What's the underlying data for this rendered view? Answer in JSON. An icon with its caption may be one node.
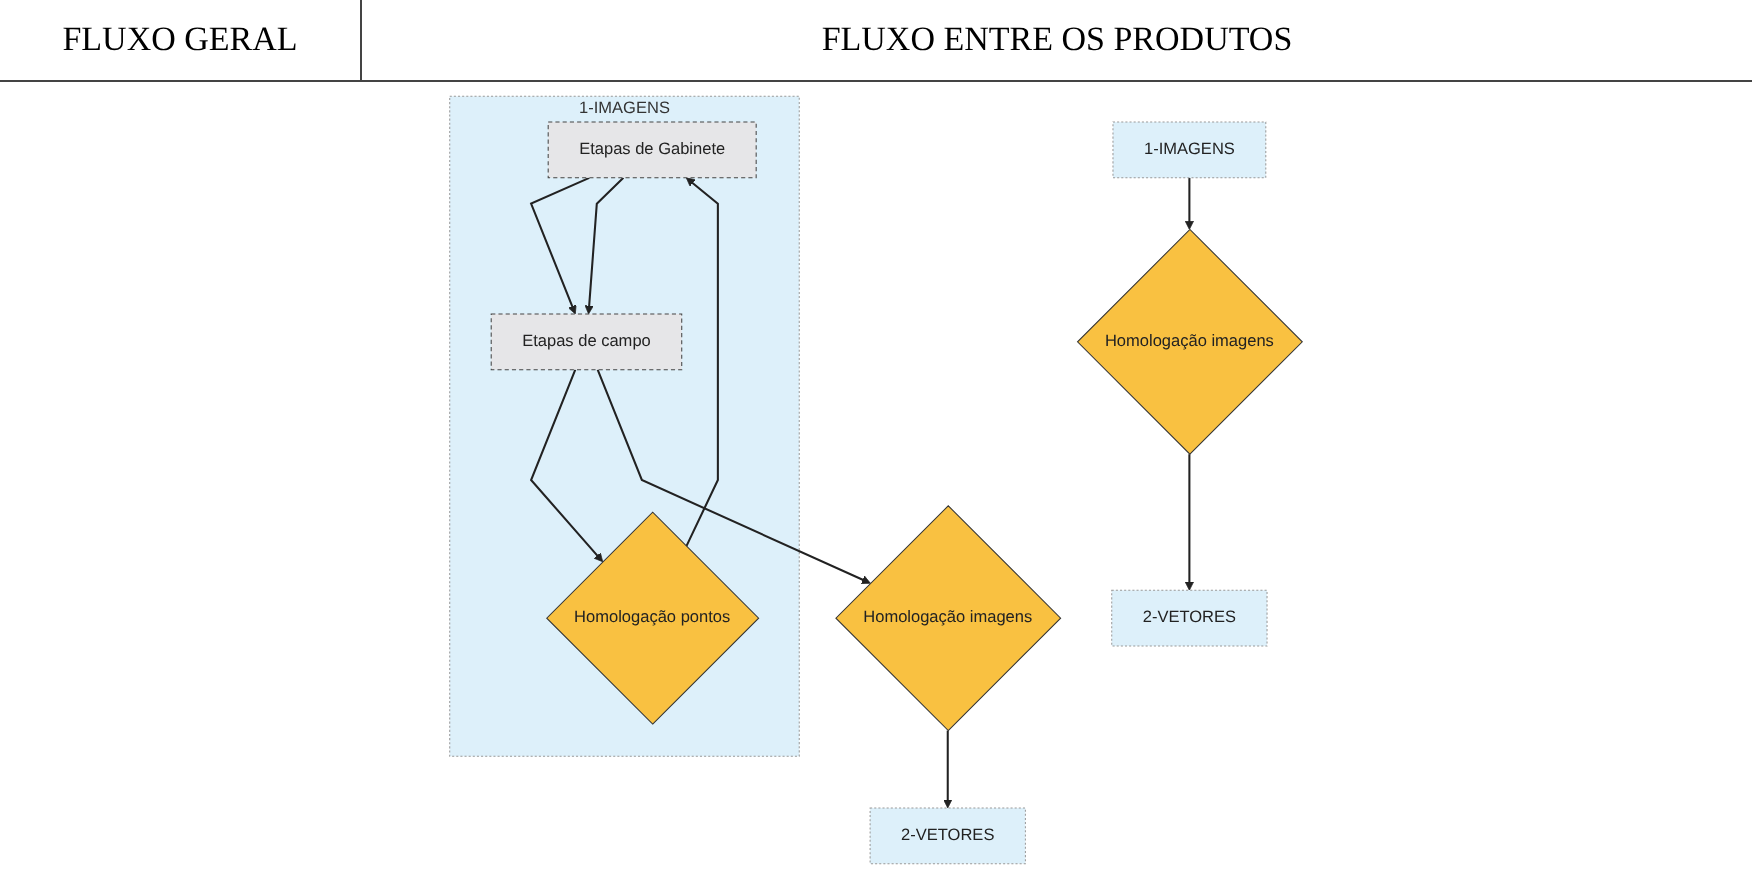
{
  "diagram": {
    "nodes": [
      {
        "text": [
          "1-IMAGENS"
        ]
      },
      {
        "text": [
          "Homologação imagens"
        ]
      },
      {
        "text": [
          "2-VETORES"
        ]
      },
      {
        "text": [
          "1-IMAGENS"
        ]
      },
      {
        "text": [
          "Etapas de Gabinete"
        ],
        "in": 3
      },
      {
        "text": [
          "Etapas de campo"
        ],
        "in": 3
      },
      {
        "text": [
          "Homologação pontos"
        ],
        "in": 3
      },
      {
        "text": [
          "2-VETORES"
        ]
      },
      {
        "text": [
          "Homologação imagens"
        ]
      }
    ],
    "edges": [
      {
        "from": 0,
        "to": 1,
        "arrow": "to"
      },
      {
        "from": 1,
        "to": 2,
        "arrow": "to"
      },
      {
        "from": 4,
        "to": 5,
        "arrow": "to"
      },
      {
        "from": 5,
        "to": 6,
        "arrow": "to"
      },
      {
        "from": 6,
        "to": 4,
        "arrow": "to"
      },
      {
        "from": 4,
        "to": 5,
        "arrow": "to"
      },
      {
        "from": 5,
        "to": 8,
        "arrow": "to"
      },
      {
        "from": 8,
        "to": 7,
        "arrow": "to"
      }
    ],
    "labels": [
      "FLUXO GERAL",
      "FLUXO ENTRE OS PRODUTOS"
    ]
  }
}
